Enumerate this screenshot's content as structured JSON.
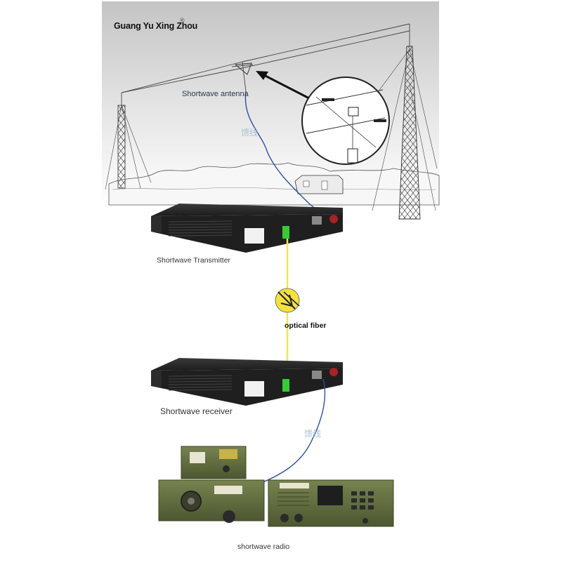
{
  "brand": {
    "name": "Guang Yu Xing Zhou",
    "mark": "®"
  },
  "labels": {
    "antenna": "Shortwave antenna",
    "feeder_top": "馈线",
    "transmitter": "Shortwave Transmitter",
    "fiber": "optical fiber",
    "receiver": "Shortwave receiver",
    "feeder_bottom": "馈线",
    "radio": "shortwave radio"
  },
  "colors": {
    "feed_cable": "#2e4fa0",
    "optical_fiber": "#f2e64a",
    "fiber_badge": "#f4e23c",
    "chassis": "#232323",
    "radio_green": "#5f6b3c",
    "sky_top": "#c9c9c9"
  }
}
